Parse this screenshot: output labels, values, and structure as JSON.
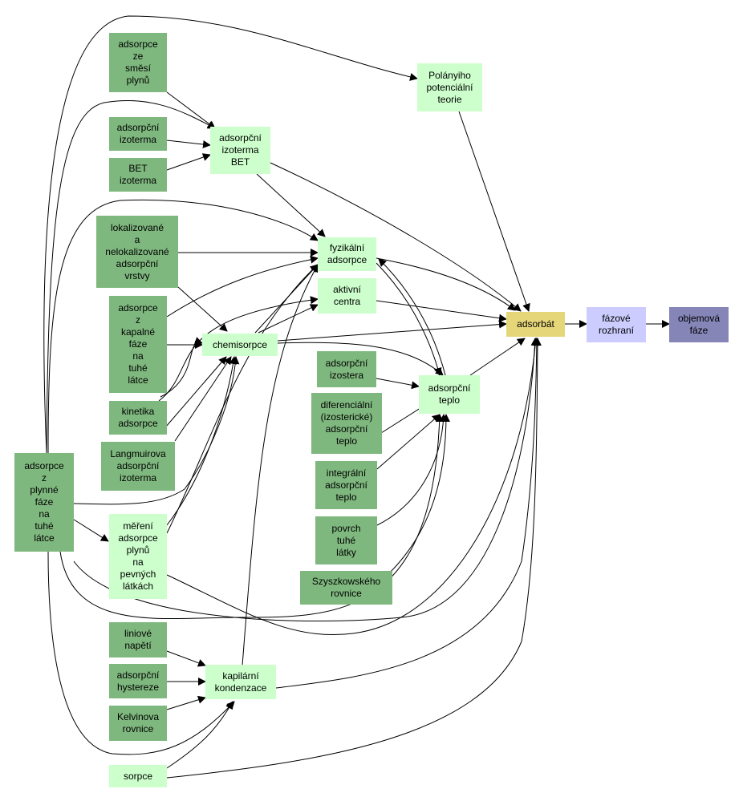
{
  "colors": {
    "dark": "#7fb87f",
    "light": "#ccffcc",
    "adsorbat": "#e6d67a",
    "fazove": "#ccccff",
    "objemova": "#8585b8",
    "edge": "#000000"
  },
  "nodes": {
    "adsorpce_ze_smesi": "adsorpce\nze\nsměsí\nplynů",
    "adsorpcni_izoterma": "adsorpční\nizoterma",
    "bet_izoterma": "BET\nizoterma",
    "izoterma_bet": "adsorpční\nizoterma\nBET",
    "polanyiho": "Polányiho\npotenciální\nteorie",
    "lokalizovane": "lokalizované\na\nnelokalizované\nadsorpční\nvrstvy",
    "fyzikalni": "fyzikální\nadsorpce",
    "aktivni": "aktivní\ncentra",
    "z_kapalne": "adsorpce\nz\nkapalné\nfáze\nna\ntuhé\nlátce",
    "chemisorpce": "chemisorpce",
    "adsorbat": "adsorbát",
    "fazove": "fázové\nrozhraní",
    "objemova": "objemová\nfáze",
    "izostera": "adsorpční\nizostera",
    "teplo": "adsorpční\nteplo",
    "kinetika": "kinetika\nadsorpce",
    "diferencialni": "diferenciální\n(izosterické)\nadsorpční\nteplo",
    "langmuirova": "Langmuirova\nadsorpční\nizoterma",
    "z_plynne": "adsorpce\nz\nplynné\nfáze\nna\ntuhé\nlátce",
    "integralni": "integrální\nadsorpční\nteplo",
    "mereni": "měření\nadsorpce\nplynů\nna\npevných\nlátkách",
    "povrch": "povrch\ntuhé\nlátky",
    "szyszkowskeho": "Szyszkowského\nrovnice",
    "liniove": "liniové\nnapětí",
    "hystereze": "adsorpční\nhystereze",
    "kapilarni": "kapilární\nkondenzace",
    "kelvinova": "Kelvinova\nrovnice",
    "sorpce": "sorpce"
  }
}
